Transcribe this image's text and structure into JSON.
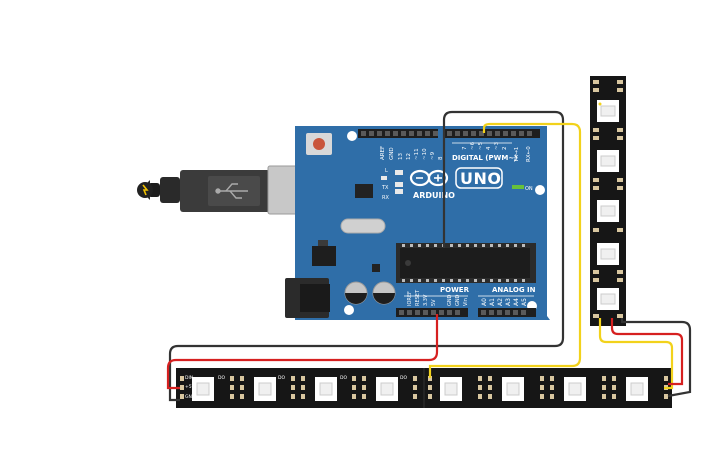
{
  "board": {
    "name": "UNO",
    "brand": "ARDUINO",
    "digital_label": "DIGITAL (PWM~)",
    "power_label": "POWER",
    "analog_label": "ANALOG IN",
    "on_label": "ON",
    "l_label": "L",
    "tx_label": "TX",
    "rx_label": "RX",
    "top_pins": [
      "AREF",
      "GND",
      "13",
      "12",
      "~11",
      "~10",
      "~9",
      "8",
      "7",
      "~6",
      "~5",
      "4",
      "~3",
      "2",
      "TX→1",
      "RX←0"
    ],
    "power_pins": [
      "IOREF",
      "RESET",
      "3.3V",
      "5V",
      "GND",
      "GND",
      "Vin"
    ],
    "analog_pins": [
      "A0",
      "A1",
      "A2",
      "A3",
      "A4",
      "A5"
    ],
    "color": "#2f6ea8"
  },
  "strip": {
    "din_label": "DIN",
    "do_label": "DO",
    "v5_label": "+5V",
    "gnd_label": "GND",
    "horizontal_pixel_count": 8,
    "vertical_pixel_count": 5
  },
  "wires": {
    "colors": {
      "gnd": "#333333",
      "power": "#d62020",
      "data": "#f2d21b"
    }
  }
}
